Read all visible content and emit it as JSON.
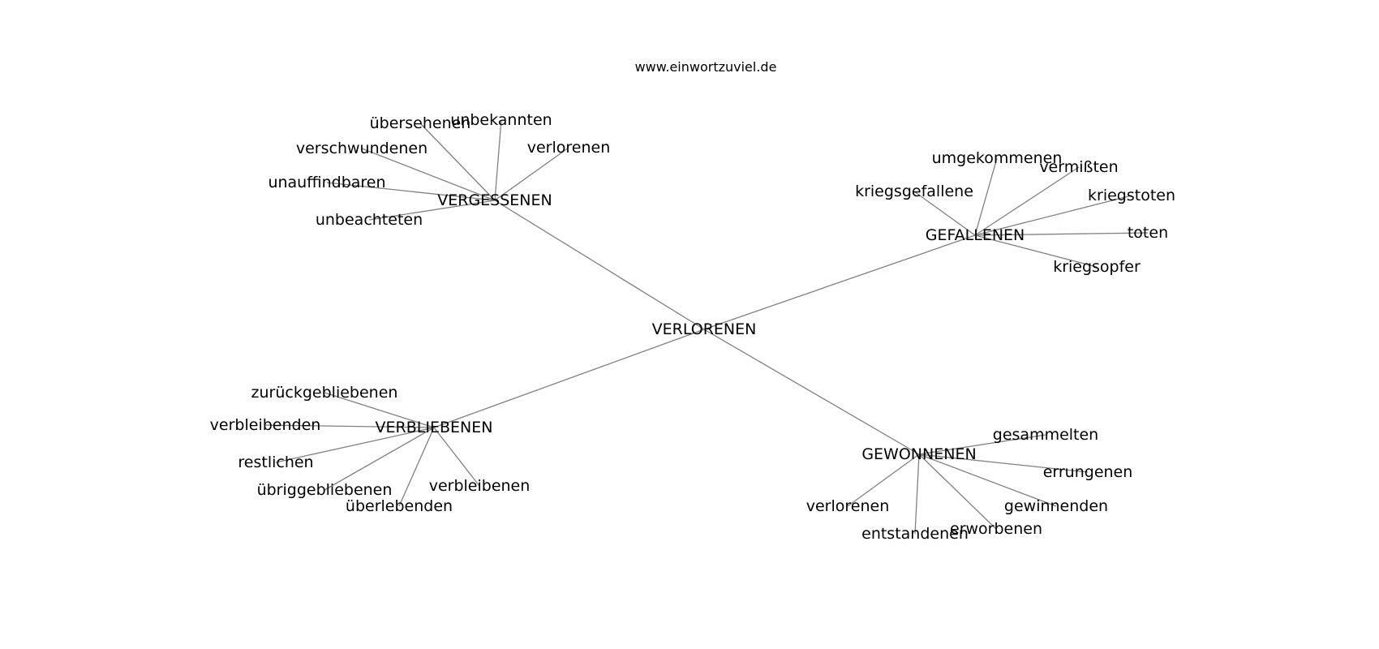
{
  "header": {
    "site": "www.einwortzuviel.de"
  },
  "graph": {
    "edge_color": "#808080",
    "text_color": "#000000",
    "root": "VERLORENEN",
    "branches": [
      {
        "label": "VERGESSENEN",
        "leaves": [
          "übersehenen",
          "unbekannten",
          "verlorenen",
          "verschwundenen",
          "unauffindbaren",
          "unbeachteten"
        ]
      },
      {
        "label": "GEFALLENEN",
        "leaves": [
          "umgekommenen",
          "vermißten",
          "kriegsgefallene",
          "kriegstoten",
          "toten",
          "kriegsopfer"
        ]
      },
      {
        "label": "VERBLIEBENEN",
        "leaves": [
          "zurückgebliebenen",
          "verbleibenden",
          "restlichen",
          "übriggebliebenen",
          "überlebenden",
          "verbleibenen"
        ]
      },
      {
        "label": "GEWONNENEN",
        "leaves": [
          "gesammelten",
          "errungenen",
          "gewinnenden",
          "erworbenen",
          "entstandenen",
          "verlorenen"
        ]
      }
    ]
  }
}
